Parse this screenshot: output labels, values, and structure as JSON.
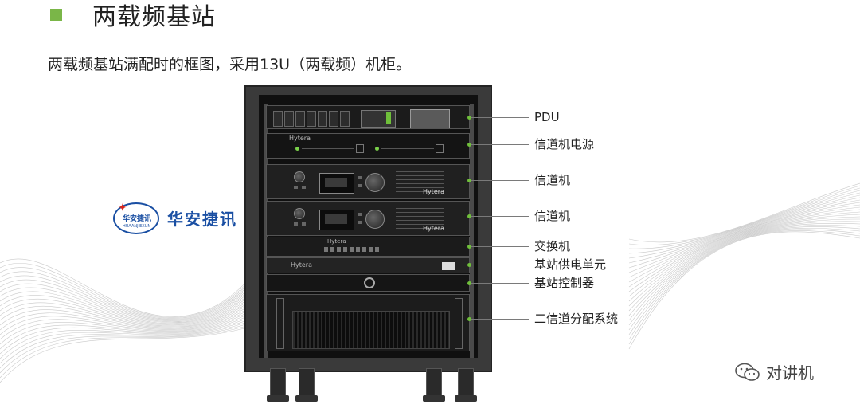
{
  "header": {
    "title": "两载频基站",
    "subtitle": "两载频基站满配时的框图，采用13U（两载频）机柜。"
  },
  "callouts": [
    {
      "label": "PDU"
    },
    {
      "label": "信道机电源"
    },
    {
      "label": "信道机"
    },
    {
      "label": "信道机"
    },
    {
      "label": "交换机"
    },
    {
      "label": "基站供电单元"
    },
    {
      "label": "基站控制器"
    },
    {
      "label": "二信道分配系统"
    }
  ],
  "equipment": {
    "psu_brand": "Hytera",
    "repeater_brand": "Hytera",
    "switch_brand": "Hytera",
    "power_unit_brand": "Hytera"
  },
  "logo": {
    "text": "华安捷讯",
    "mini_text": "华安捷讯",
    "mini_en": "HUAANJIEXUN"
  },
  "watermark": {
    "text": "对讲机",
    "icon": "wechat-icon"
  },
  "colors": {
    "accent": "#7ab648",
    "callout_dot": "#6fbf3a",
    "logo_blue": "#1a4fa3",
    "logo_red": "#d7261e"
  }
}
